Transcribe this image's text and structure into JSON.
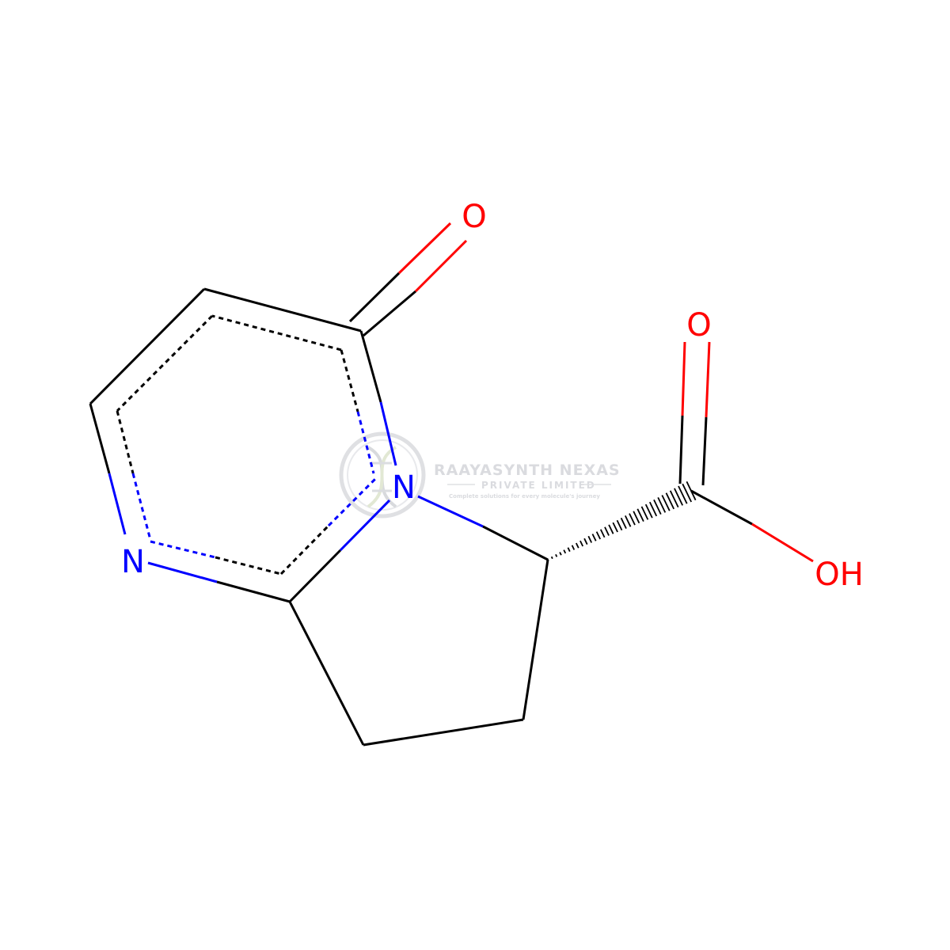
{
  "molecule": {
    "atoms": {
      "ketone_oxygen": "O",
      "acid_carbonyl_oxygen": "O",
      "hydroxyl": "OH",
      "ring_nitrogen_bridge": "N",
      "ring_nitrogen": "N"
    },
    "colors": {
      "bond": "#000000",
      "nitrogen": "#0000ff",
      "oxygen": "#ff0000"
    }
  },
  "watermark": {
    "company": "RAAYASYNTH NEXAS",
    "subtitle": "PRIVATE LIMITED",
    "tagline": "Complete solutions for every molecule's journey",
    "color": "#d9dadd"
  }
}
